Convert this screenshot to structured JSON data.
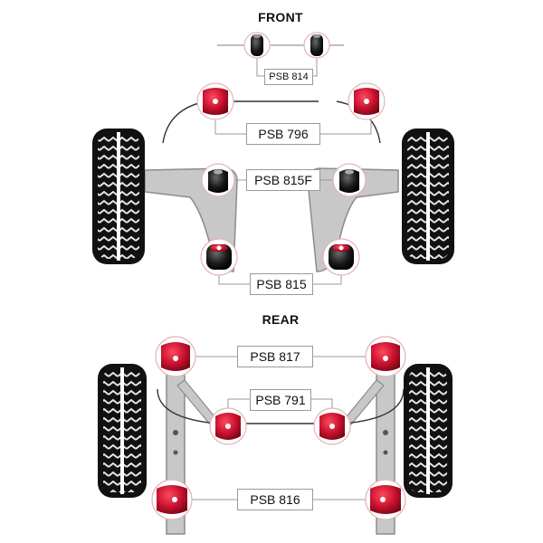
{
  "front": {
    "title": "FRONT",
    "labels": {
      "psb_814": "PSB 814",
      "psb_796": "PSB 796",
      "psb_815f": "PSB 815F",
      "psb_815": "PSB 815"
    }
  },
  "rear": {
    "title": "REAR",
    "labels": {
      "psb_817": "PSB 817",
      "psb_791": "PSB 791",
      "psb_816": "PSB 816"
    }
  },
  "colors": {
    "bush_red": "#c8102e",
    "bush_black": "#1a1a1a",
    "circle_ring": "#e5b3ba",
    "arm_fill": "#c8c8c8",
    "arm_stroke": "#8c8c8c",
    "tyre": "#111111",
    "leader": "#9a9a9a"
  },
  "icons": {
    "tyre": "tyre-icon",
    "red_bush": "red-bush-icon",
    "black_bush": "black-bush-icon"
  }
}
